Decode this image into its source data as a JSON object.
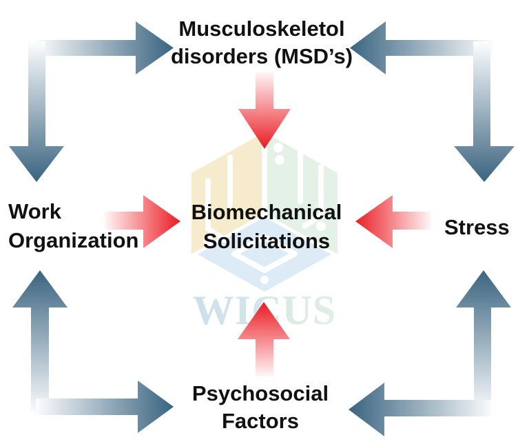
{
  "nodes": {
    "msd": {
      "line1": "Musculoskeletol",
      "line2": "disorders (MSD’s)"
    },
    "work": {
      "line1": "Work",
      "line2": "Organization"
    },
    "stress": {
      "line1": "Stress"
    },
    "center": {
      "line1": "Biomechanical",
      "line2": "Solicitations"
    },
    "psychosocial": {
      "line1": "Psychosocial",
      "line2": "Factors"
    }
  },
  "watermark": {
    "text": "WICUS",
    "face_colors": {
      "left": "#f7e9c8",
      "right": "#e2f0e5",
      "bottom": "#d9e9f5"
    },
    "trace_color": "#ffffff",
    "text_color_start": "#c8dcec",
    "text_color_end": "#dceede"
  },
  "colors": {
    "background": "#ffffff",
    "label_text": "#111111",
    "arrow_blue": "#3a6480",
    "arrow_blue_light": "#fdfeff",
    "arrow_red": "#ea1f27",
    "arrow_red_light": "#fff7f7"
  }
}
